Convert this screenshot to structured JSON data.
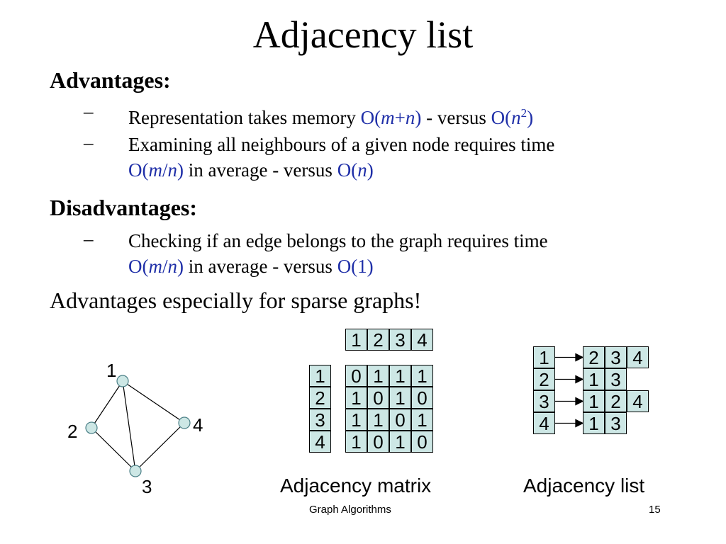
{
  "title": "Adjacency list",
  "advantages": {
    "heading": "Advantages:",
    "items": [
      {
        "dash": "–",
        "text": "Representation takes memory ",
        "c1": "O(",
        "c1v": "m",
        "c1p": "+",
        "c1v2": "n",
        "c1e": ")",
        "mid": " - versus ",
        "c2": "O(",
        "c2v": "n",
        "c2sup": "2",
        "c2e": ")"
      },
      {
        "dash": "–",
        "text": "Examining all neighbours of a given node requires time",
        "c1": "O(",
        "c1v": "m",
        "c1p": "/",
        "c1v2": "n",
        "c1e": ")",
        "mid": " in average - versus ",
        "c2": "O(",
        "c2v": "n",
        "c2e": ")"
      }
    ]
  },
  "disadvantages": {
    "heading": "Disadvantages:",
    "items": [
      {
        "dash": "–",
        "text": "Checking if an edge belongs to the graph requires time",
        "c1": "O(",
        "c1v": "m",
        "c1p": "/",
        "c1v2": "n",
        "c1e": ")",
        "mid": " in average - versus ",
        "c2": "O(1)"
      }
    ]
  },
  "tagline": "Advantages especially for sparse graphs!",
  "graph": {
    "nodes": [
      {
        "label": "1"
      },
      {
        "label": "2"
      },
      {
        "label": "3"
      },
      {
        "label": "4"
      }
    ],
    "edges": [
      [
        "1",
        "2"
      ],
      [
        "1",
        "3"
      ],
      [
        "1",
        "4"
      ],
      [
        "2",
        "3"
      ],
      [
        "3",
        "4"
      ]
    ],
    "node_color": "#cde7e5"
  },
  "matrix": {
    "col_headers": [
      "1",
      "2",
      "3",
      "4"
    ],
    "row_headers": [
      "1",
      "2",
      "3",
      "4"
    ],
    "rows": [
      [
        "0",
        "1",
        "1",
        "1"
      ],
      [
        "1",
        "0",
        "1",
        "0"
      ],
      [
        "1",
        "1",
        "0",
        "1"
      ],
      [
        "1",
        "0",
        "1",
        "0"
      ]
    ],
    "caption": "Adjacency matrix"
  },
  "adjlist": {
    "heads": [
      "1",
      "2",
      "3",
      "4"
    ],
    "lists": [
      [
        "2",
        "3",
        "4"
      ],
      [
        "1",
        "3"
      ],
      [
        "1",
        "2",
        "4"
      ],
      [
        "1",
        "3"
      ]
    ],
    "caption": "Adjacency list"
  },
  "footer": {
    "center": "Graph Algorithms",
    "page": "15"
  }
}
